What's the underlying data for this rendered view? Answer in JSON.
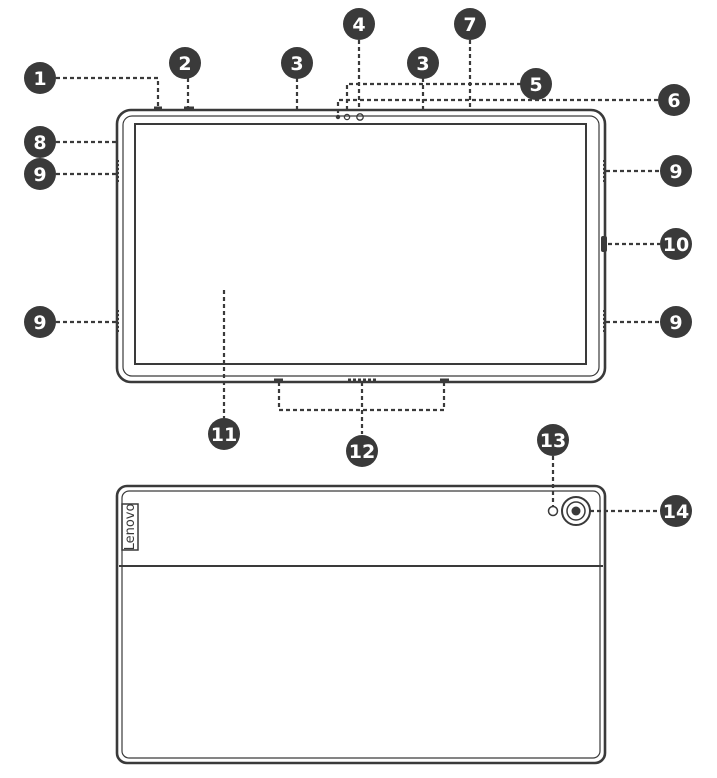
{
  "diagram": {
    "callouts": [
      "1",
      "2",
      "3",
      "4",
      "3",
      "5",
      "6",
      "7",
      "8",
      "9",
      "9",
      "10",
      "9",
      "9",
      "11",
      "12",
      "13",
      "14"
    ],
    "brand_logo": "Lenovo",
    "colors": {
      "marker": "#3a3a3a",
      "marker_text": "#ffffff",
      "line": "#3a3a3a",
      "background": "#ffffff"
    }
  }
}
